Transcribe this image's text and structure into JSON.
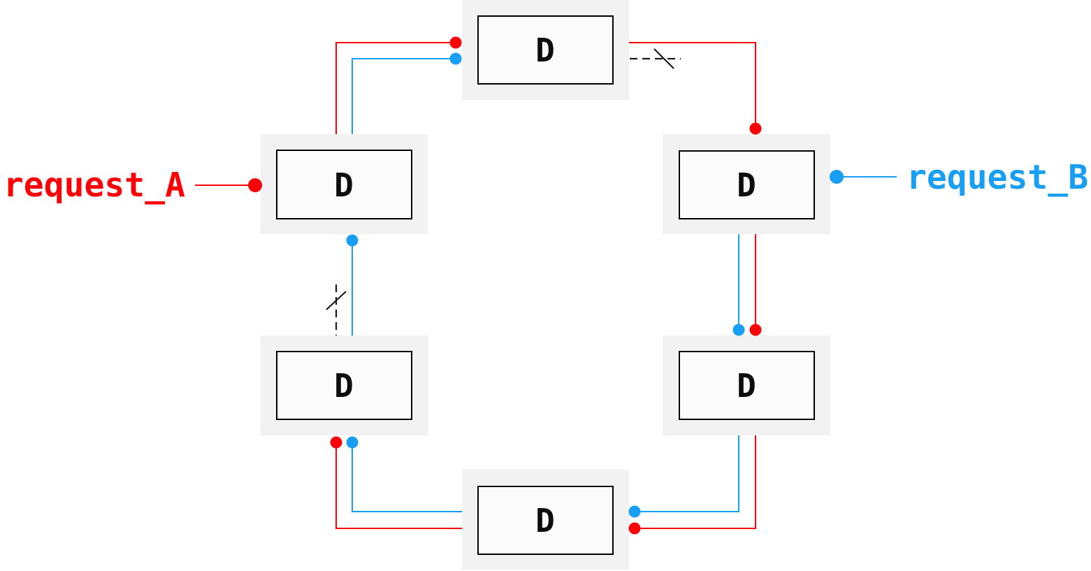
{
  "diagram": {
    "colors": {
      "red": "#fa0207",
      "blue": "#189ef2",
      "node_halo": "#f2f2f2",
      "node_fill": "#fbfbfb",
      "node_border": "#000000",
      "break_mark": "#1a1a1a",
      "label_fill": "#0d0d0d"
    },
    "inputs": {
      "request_a": {
        "label": "request_A"
      },
      "request_b": {
        "label": "request_B"
      }
    },
    "nodes": [
      {
        "id": "top",
        "label": "D"
      },
      {
        "id": "upper-left",
        "label": "D"
      },
      {
        "id": "upper-right",
        "label": "D"
      },
      {
        "id": "lower-left",
        "label": "D"
      },
      {
        "id": "lower-right",
        "label": "D"
      },
      {
        "id": "bottom",
        "label": "D"
      }
    ]
  }
}
